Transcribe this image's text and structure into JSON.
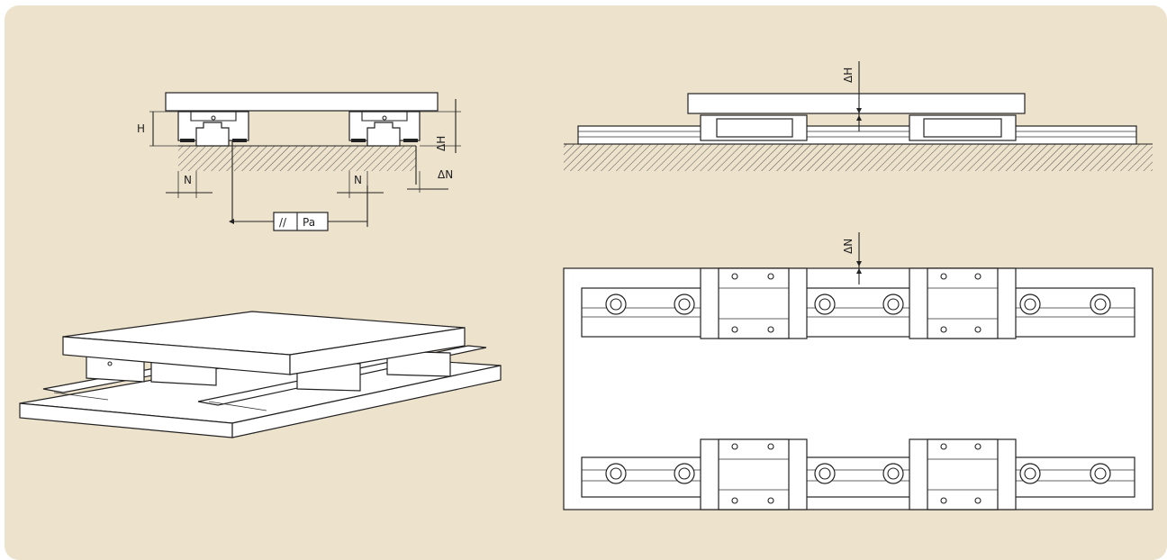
{
  "labels": {
    "h": "H",
    "n_left": "N",
    "n_right": "N",
    "delta_h_front": "ΔH",
    "delta_n_front": "ΔN",
    "parallel_symbol": "//",
    "pa": "Pa",
    "delta_h_side": "ΔH",
    "delta_n_top": "ΔN"
  },
  "colors": {
    "background": "#ede2cc",
    "line": "#222222",
    "part_fill": "#ffffff"
  }
}
